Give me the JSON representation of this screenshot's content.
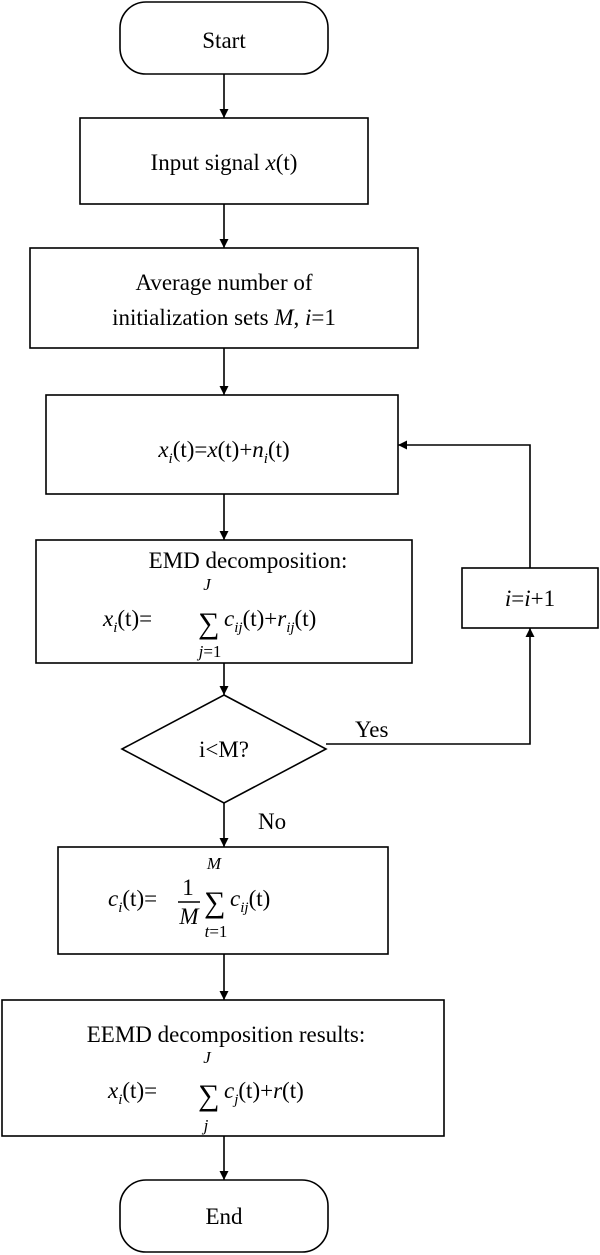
{
  "nodes": {
    "start": {
      "label": "Start"
    },
    "input": {
      "pre": "Input signal ",
      "var": "x",
      "arg": "(t)"
    },
    "avg": {
      "line1": "Average number of",
      "line2_pre": "initialization sets ",
      "var_m": "M",
      "comma": ", ",
      "var_i": "i",
      "eq": "=1"
    },
    "addnoise": {
      "lhs": "x",
      "lhs_sub": "i",
      "lhs_arg": "(t)=",
      "x": "x",
      "x_arg": "(t)+",
      "n": "n",
      "n_sub": "i",
      "n_arg": "(t)"
    },
    "emd": {
      "title": "EMD decomposition:",
      "lhs": "x",
      "lhs_sub": "i",
      "lhs_arg": "(t)=",
      "sum": "∑",
      "upper": "J",
      "lower_var": "j",
      "lower_eq": "=1",
      "c": "c",
      "c_sub": "ij",
      "c_arg": "(t)+",
      "r": "r",
      "r_sub": "ij",
      "r_arg": "(t)"
    },
    "decision": {
      "label": "i<M?"
    },
    "increment": {
      "lhs": "i",
      "eq": "=",
      "rhs": "i",
      "plus": "+1"
    },
    "mean": {
      "lhs": "c",
      "lhs_sub": "i",
      "lhs_arg": "(t)=",
      "frac_num": "1",
      "frac_den": "M",
      "sum": "∑",
      "upper": "M",
      "lower_var": "t",
      "lower_eq": "=1",
      "c": "c",
      "c_sub": "ij",
      "c_arg": "(t)"
    },
    "result": {
      "title": "EEMD decomposition results:",
      "lhs": "x",
      "lhs_sub": "i",
      "lhs_arg": "(t)=",
      "sum": "∑",
      "upper": "J",
      "lower_var": "j",
      "c": "c",
      "c_sub": "j",
      "c_arg": "(t)+",
      "r": "r",
      "r_arg": "(t)"
    },
    "end": {
      "label": "End"
    }
  },
  "edges": {
    "yes": "Yes",
    "no": "No"
  }
}
